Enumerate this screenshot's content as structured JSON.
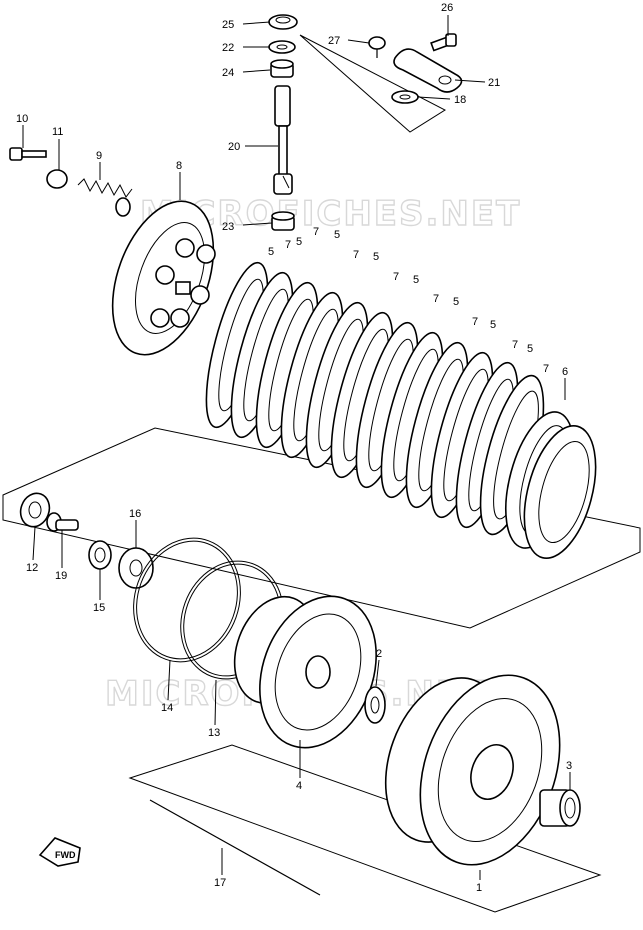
{
  "watermark": {
    "top": "MICROFICHES.NET",
    "bottom": "MICROFICHES.NET"
  },
  "direction_badge": "FWD",
  "callouts": [
    {
      "id": "c25",
      "text": "25"
    },
    {
      "id": "c22",
      "text": "22"
    },
    {
      "id": "c24",
      "text": "24"
    },
    {
      "id": "c20",
      "text": "20"
    },
    {
      "id": "c23",
      "text": "23"
    },
    {
      "id": "c26",
      "text": "26"
    },
    {
      "id": "c27",
      "text": "27"
    },
    {
      "id": "c21",
      "text": "21"
    },
    {
      "id": "c18",
      "text": "18"
    },
    {
      "id": "c10",
      "text": "10"
    },
    {
      "id": "c11",
      "text": "11"
    },
    {
      "id": "c9",
      "text": "9"
    },
    {
      "id": "c8",
      "text": "8"
    },
    {
      "id": "c12",
      "text": "12"
    },
    {
      "id": "c19",
      "text": "19"
    },
    {
      "id": "c15",
      "text": "15"
    },
    {
      "id": "c16",
      "text": "16"
    },
    {
      "id": "c14",
      "text": "14"
    },
    {
      "id": "c13",
      "text": "13"
    },
    {
      "id": "c4",
      "text": "4"
    },
    {
      "id": "c2",
      "text": "2"
    },
    {
      "id": "c3",
      "text": "3"
    },
    {
      "id": "c1",
      "text": "1"
    },
    {
      "id": "c17",
      "text": "17"
    },
    {
      "id": "c6",
      "text": "6"
    },
    {
      "id": "p1",
      "text": "5"
    },
    {
      "id": "p2",
      "text": "7"
    },
    {
      "id": "p3",
      "text": "5"
    },
    {
      "id": "p4",
      "text": "7"
    },
    {
      "id": "p5",
      "text": "5"
    },
    {
      "id": "p6",
      "text": "7"
    },
    {
      "id": "p7",
      "text": "5"
    },
    {
      "id": "p8",
      "text": "7"
    },
    {
      "id": "p9",
      "text": "5"
    },
    {
      "id": "p10",
      "text": "7"
    },
    {
      "id": "p11",
      "text": "5"
    },
    {
      "id": "p12",
      "text": "7"
    },
    {
      "id": "p13",
      "text": "5"
    },
    {
      "id": "p14",
      "text": "7"
    },
    {
      "id": "p15",
      "text": "5"
    },
    {
      "id": "p16",
      "text": "7"
    }
  ]
}
